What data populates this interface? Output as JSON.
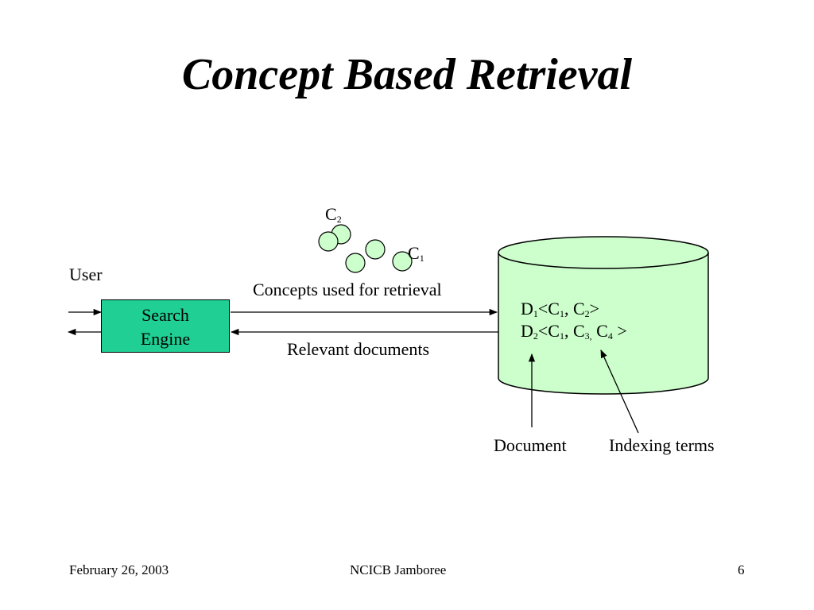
{
  "slide": {
    "title": "Concept Based Retrieval",
    "user_label": "User",
    "search_engine": {
      "line1": "Search",
      "line2": "Engine"
    },
    "concept_c2": {
      "letter": "C",
      "sub": "2"
    },
    "concept_c1": {
      "letter": "C",
      "sub": "1"
    },
    "concepts_label": "Concepts used for retrieval",
    "relevant_label": "Relevant documents",
    "doc_entries": [
      {
        "d": "D",
        "d_sub": "1",
        "rest": "<C",
        "c_a_sub": "1",
        "mid": ", C",
        "c_b_sub": "2",
        "end": ">"
      },
      {
        "d": "D",
        "d_sub": "2",
        "rest": "<C",
        "c_a_sub": "1",
        "mid": ", C",
        "c_b_sub": "3,",
        "mid2": " C",
        "c_c_sub": "4",
        "end": " >"
      }
    ],
    "document_label": "Document",
    "indexing_label": "Indexing terms"
  },
  "footer": {
    "date": "February 26, 2003",
    "event": "NCICB Jamboree",
    "page": "6"
  },
  "colors": {
    "engine_fill": "#1fcf94",
    "database_fill": "#ccffcc",
    "concept_fill": "#ccffcc"
  }
}
